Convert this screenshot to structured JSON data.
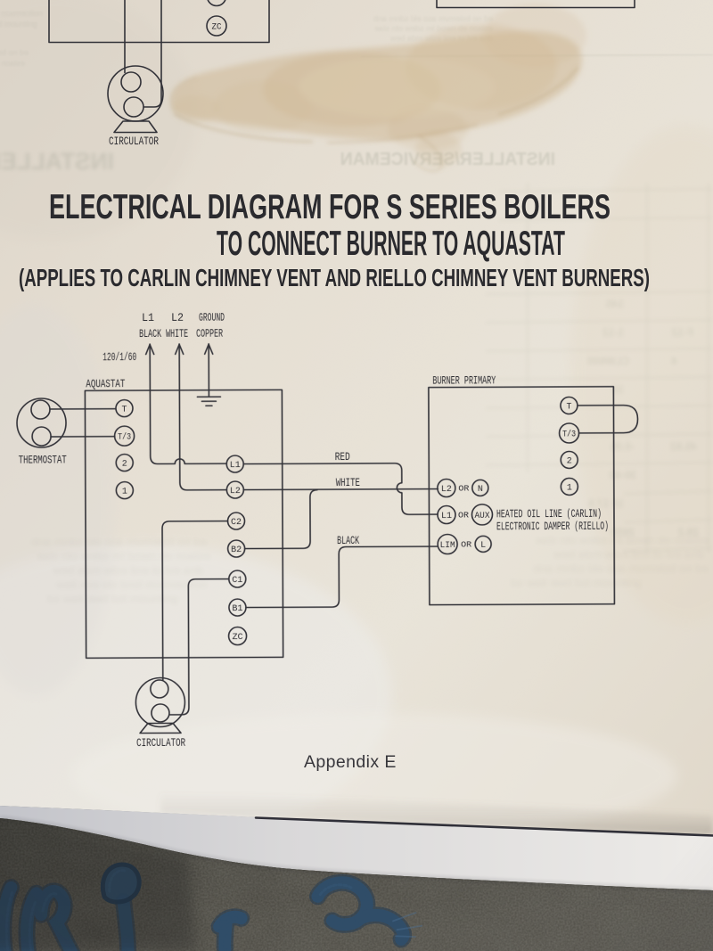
{
  "page": {
    "title_line1": "ELECTRICAL DIAGRAM FOR S SERIES BOILERS",
    "title_line2": "TO CONNECT BURNER TO AQUASTAT",
    "subtitle": "(APPLIES TO CARLIN CHIMNEY VENT AND RIELLO CHIMNEY VENT BURNERS)",
    "footer": "Appendix E"
  },
  "top_diagram": {
    "zc_terminal": "ZC",
    "circulator_label": "CIRCULATOR"
  },
  "supply": {
    "phase_label": "120/1/60",
    "line1_id": "L1",
    "line1_color": "BLACK",
    "line2_id": "L2",
    "line2_color": "WHITE",
    "ground_id": "GROUND",
    "ground_color": "COPPER"
  },
  "thermostat": {
    "label": "THERMOSTAT"
  },
  "aquastat": {
    "label": "AQUASTAT",
    "left_terminals": [
      "T",
      "T/3",
      "2",
      "1"
    ],
    "right_terminals": [
      "L1",
      "L2",
      "C2",
      "B2",
      "C1",
      "B1",
      "ZC"
    ]
  },
  "circulator": {
    "label": "CIRCULATOR"
  },
  "burner": {
    "label": "BURNER PRIMARY",
    "right_terminals": [
      "T",
      "T/3",
      "2",
      "1"
    ],
    "rows": [
      {
        "a": "L2",
        "or": "OR",
        "b": "N"
      },
      {
        "a": "L1",
        "or": "OR",
        "b": "AUX"
      },
      {
        "a": "LIM",
        "or": "OR",
        "b": "L"
      }
    ],
    "note_line1": "HEATED OIL LINE (CARLIN)",
    "note_line2": "ELECTRONIC DAMPER (RIELLO)"
  },
  "wire_labels": {
    "red": "RED",
    "white": "WHITE",
    "black": "BLACK"
  },
  "showthrough": {
    "header": "INSTALLER/SERVICEMAN",
    "para_lines": [
      "ed no bslemvm aso ekl sdnm anb",
      "eslaon eb nwod lm sdew otn slae",
      "dna evl ot enil eslw mda bew",
      "noitcerrocm lsnd oiv ecn ilaw",
      "gnitnuom lsd bwe ilaw sd"
    ],
    "table_cells": [
      "145",
      "1-12",
      "F-12",
      "CLW600",
      "4",
      "2",
      "10",
      "16",
      "-0.05",
      "45.82",
      "30-60",
      "10 17.5",
      "2650",
      "28.2"
    ]
  },
  "colors": {
    "paper": "#e9e3d8",
    "ink": "#2e2d33",
    "stain": "#cdb182",
    "fabric": "#45443e",
    "denim": "#2e4e70",
    "sheet_edge_line": "#1d1d27"
  }
}
